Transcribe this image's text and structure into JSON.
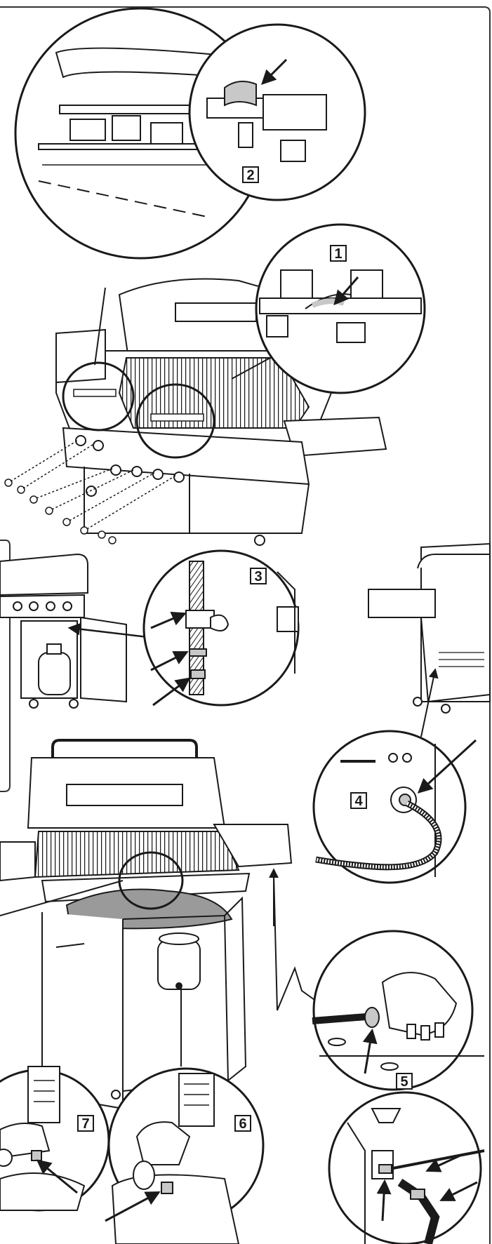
{
  "callouts": [
    {
      "label": "1"
    },
    {
      "label": "2"
    },
    {
      "label": "3"
    },
    {
      "label": "4"
    },
    {
      "label": "5"
    },
    {
      "label": "6"
    },
    {
      "label": "7"
    }
  ],
  "colors": {
    "line": "#1a1a1a",
    "grate_fill": "#5a5a5a",
    "leak_highlight": "#c8c8c8",
    "cover_fill": "#9a9a9a",
    "panel_border": "#333333"
  },
  "icons": [
    "arrow-icon",
    "burner-valve-icon",
    "propane-tank-icon",
    "regulator-icon",
    "hose-icon"
  ]
}
